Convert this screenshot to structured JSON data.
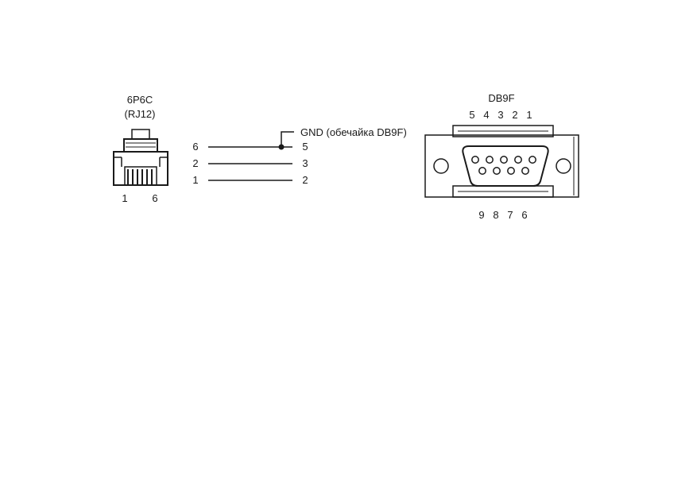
{
  "rj12": {
    "title": "6P6C",
    "subtitle": "(RJ12)",
    "pin_first": "1",
    "pin_last": "6"
  },
  "wiring": {
    "gnd_label": "GND (обечайка DB9F)",
    "connections": [
      {
        "from": "6",
        "to": "5"
      },
      {
        "from": "2",
        "to": "3"
      },
      {
        "from": "1",
        "to": "2"
      }
    ]
  },
  "db9": {
    "title": "DB9F",
    "top_pins": [
      "5",
      "4",
      "3",
      "2",
      "1"
    ],
    "bottom_pins": [
      "9",
      "8",
      "7",
      "6"
    ]
  },
  "colors": {
    "line": "#1a1a1a",
    "connector_fill": "#ffffff"
  }
}
